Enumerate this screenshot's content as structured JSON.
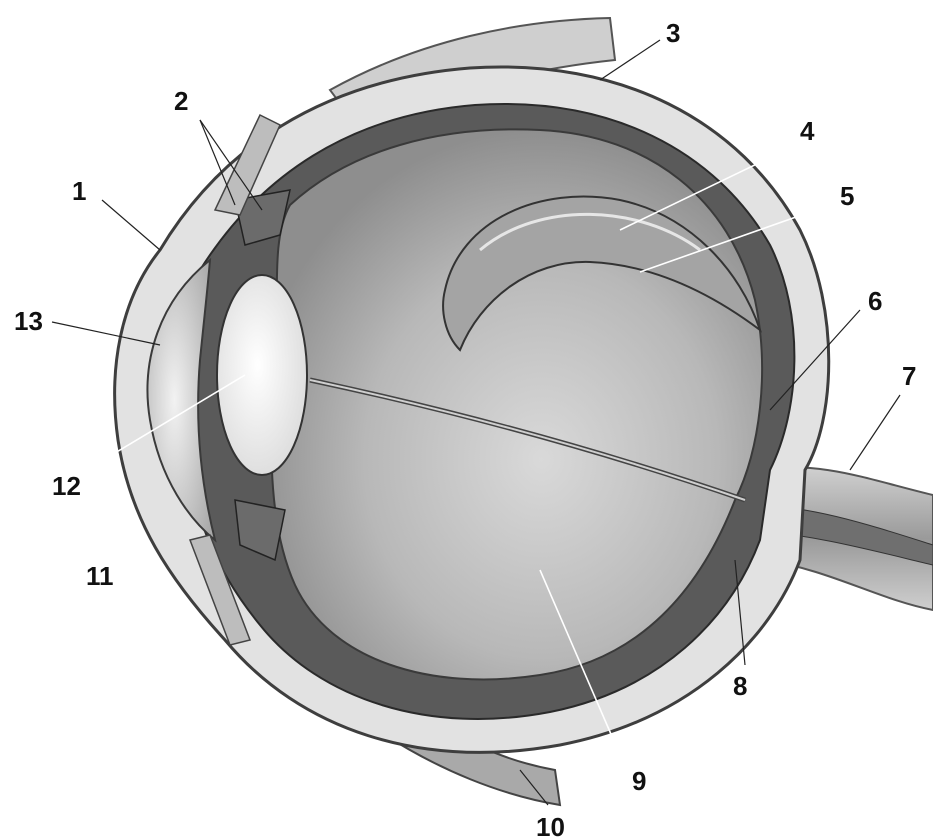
{
  "labels": {
    "l1": "1",
    "l2": "2",
    "l3": "3",
    "l4": "4",
    "l5": "5",
    "l6": "6",
    "l7": "7",
    "l8": "8",
    "l9": "9",
    "l10": "10",
    "l11": "11",
    "l12": "12",
    "l13": "13"
  },
  "colors": {
    "background": "#ffffff",
    "sclera": "#d8d8d8",
    "choroid": "#5a5a5a",
    "vitreous": "#bdbdbd",
    "lens": "#f4f4f4",
    "label": "#111111"
  }
}
